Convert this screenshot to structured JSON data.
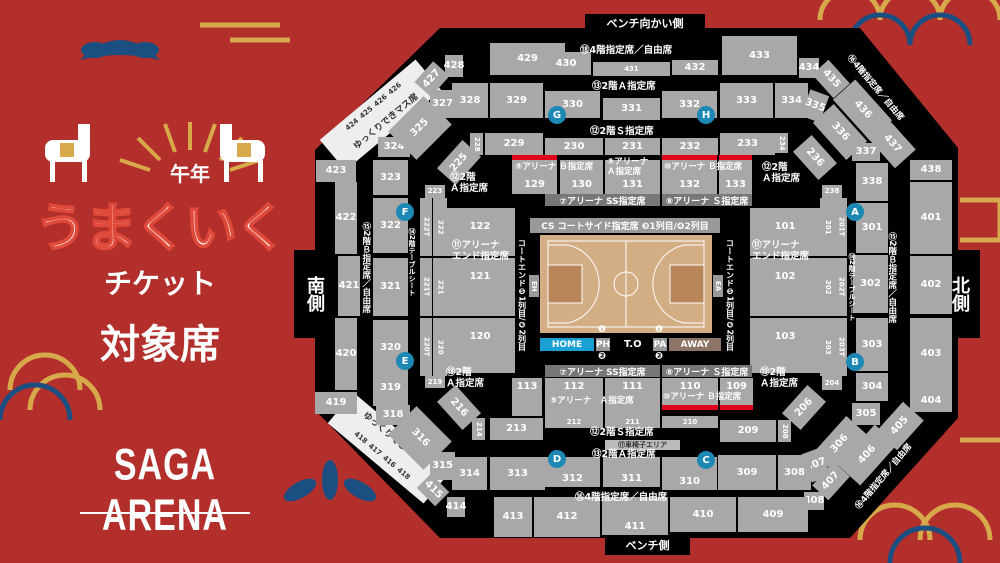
{
  "colors": {
    "background": "#b32f2c",
    "arena": "#000000",
    "section": "#a8a8a8",
    "gate": "#1e88b5",
    "home": "#1aa0d2",
    "away": "#8c7566",
    "red_bar": "#e0001a",
    "gold": "#d8a94a",
    "navy": "#1b4f82"
  },
  "promo": {
    "year": "午年",
    "title": "うまくいく",
    "subtitle": "チケット",
    "target": "対象席",
    "venue": "SAGA ARENA"
  },
  "sides": {
    "top": "ベンチ向かい側",
    "bottom": "ベンチ側",
    "left": "南側",
    "right": "北側"
  },
  "sections": [
    "428",
    "429",
    "430",
    "431",
    "432",
    "433",
    "434",
    "435",
    "436",
    "437",
    "438",
    "401",
    "402",
    "403",
    "404",
    "405",
    "406",
    "407",
    "408",
    "409",
    "410",
    "411",
    "412",
    "413",
    "414",
    "415",
    "419",
    "420",
    "421",
    "422",
    "423",
    "427",
    "327",
    "328",
    "329",
    "330",
    "331",
    "332",
    "333",
    "334",
    "335",
    "336",
    "337",
    "338",
    "301",
    "302",
    "303",
    "304",
    "305",
    "306",
    "307",
    "308",
    "309",
    "310",
    "311",
    "312",
    "313",
    "314",
    "315",
    "316",
    "318",
    "319",
    "320",
    "321",
    "322",
    "323",
    "324",
    "325",
    "228",
    "229",
    "230",
    "231",
    "232",
    "233",
    "234",
    "236",
    "238",
    "201",
    "201T",
    "202",
    "202T",
    "203",
    "203T",
    "204",
    "206",
    "208",
    "209",
    "210",
    "211",
    "212",
    "213",
    "214",
    "216",
    "219",
    "220",
    "220T",
    "221",
    "221T",
    "222",
    "222T",
    "223",
    "225",
    "129",
    "130",
    "131",
    "132",
    "133",
    "122",
    "121",
    "120",
    "101",
    "102",
    "103",
    "113",
    "112",
    "111",
    "110",
    "109"
  ],
  "relax_seats": {
    "label": "ゆっくりできマス席",
    "upper": [
      "424",
      "425",
      "426",
      "426"
    ],
    "lower": [
      "418",
      "417",
      "416",
      "418"
    ]
  },
  "gates": [
    "G",
    "H",
    "F",
    "E",
    "A",
    "B",
    "D",
    "C"
  ],
  "court": {
    "cs": "CS コートサイド指定席 ❸1列目/❹2列目",
    "home": "HOME",
    "ph": "PH",
    "to": "T.O",
    "pa": "PA",
    "away": "AWAY",
    "eh": "EH",
    "ea": "EA",
    "end_left": "コートエンド❺1列目/❻2列目",
    "end_right": "コートエンド❺1列目/❻2列目",
    "mark1": "❶",
    "mark2": "❷"
  },
  "labels": [
    "⑱4階指定席／自由席",
    "⑬2階Ａ指定席",
    "⑫2階Ｓ指定席",
    "⑫2階\nＡ指定席",
    "⑫2階\nＡ指定席",
    "⑨アリーナ Ｂ指定席",
    "⑨アリーナ\nＡ指定席",
    "⑩アリーナ Ｂ指定席",
    "⑪アリーナ\nエンド指定席",
    "⑪アリーナ\nエンド指定席",
    "⑬2階\nＡ指定席",
    "⑬2階\nＡ指定席",
    "⑨アリーナ　Ａ指定席",
    "⑩アリーナ Ｂ指定席",
    "⑫2階Ｓ指定席",
    "⑬2階Ａ指定席",
    "⑯4階指定席／自由席"
  ],
  "vlabels": [
    "⑮2階Ｂ指定席／自由席",
    "⑮2階Ｂ指定席／自由席",
    "⑭2階テーブルシート",
    "⑭2階テーブルシート",
    "⑯4階指定席／自由席",
    "⑯4階指定席／自由席"
  ],
  "strips": [
    "⑦アリーナ SS指定席",
    "⑧アリーナ Ｓ指定席",
    "⑦アリーナ SS指定席",
    "⑧アリーナ Ｓ指定席",
    "⑰車椅子エリア"
  ]
}
